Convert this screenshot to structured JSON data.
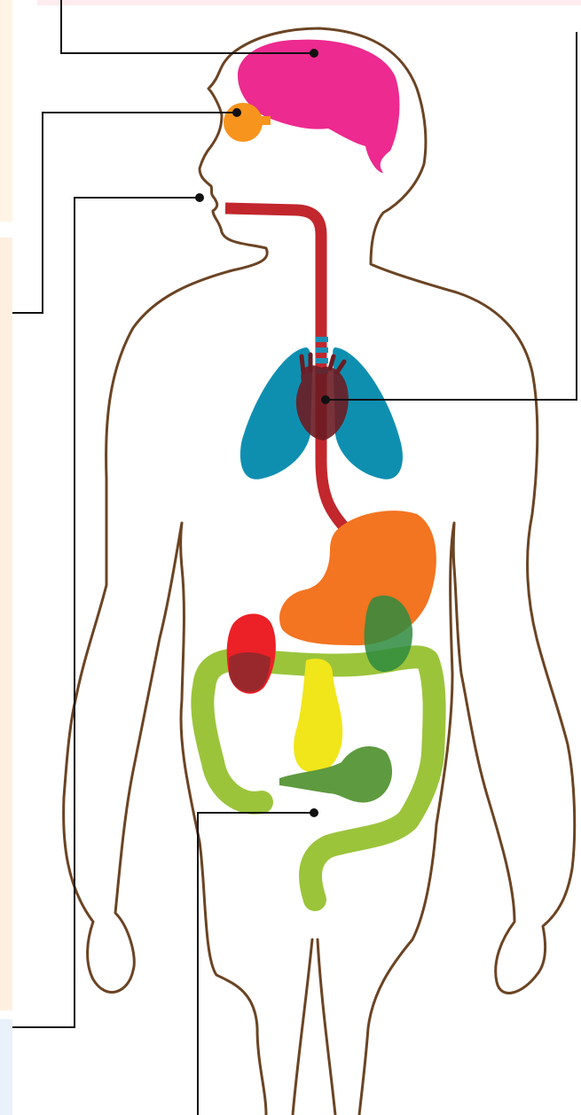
{
  "colors": {
    "outline": "#6b4423",
    "leader_line": "#111111",
    "brain": "#ec2a8f",
    "eye": "#f7941d",
    "esophagus": "#c1272d",
    "trachea_rings": "#1b8fb4",
    "lungs": "#0f8fb0",
    "heart": "#6b1c24",
    "stomach": "#f37421",
    "liver": "#ec2027",
    "gallbladder": "#2e8b3e",
    "large_intestine": "#9bc43b",
    "small_intestine": "#f0e61a",
    "pancreas": "#5e9a3f",
    "panel_top": "#fdecef",
    "panel_left_1": "#fef5e6",
    "panel_left_2": "#fef0e1",
    "panel_left_3": "#e9f1fa"
  },
  "organs": [
    "brain",
    "eye",
    "mouth",
    "heart",
    "lungs",
    "esophagus",
    "stomach",
    "liver",
    "gallbladder",
    "large-intestine",
    "small-intestine",
    "pancreas"
  ]
}
